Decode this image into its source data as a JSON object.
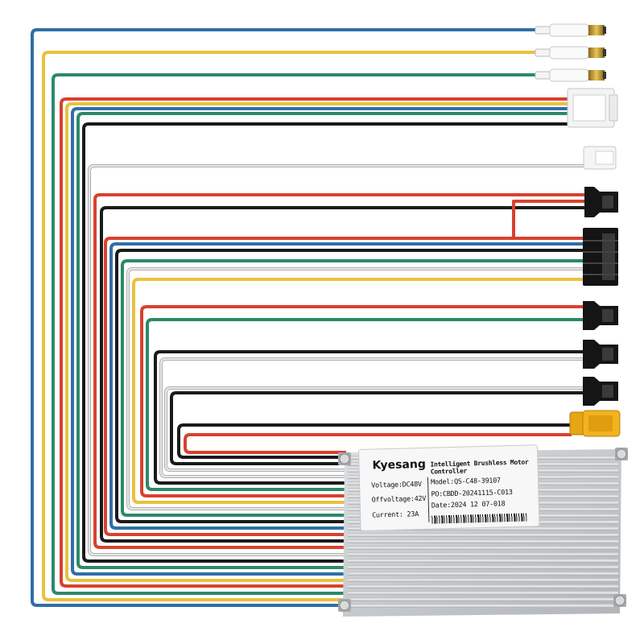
{
  "controller": {
    "brand": "Kyesang",
    "title": "Intelligent Brushless Motor Controller",
    "voltage": "Voltage:DC48V",
    "offvoltage": "Offvoltage:42V",
    "current": "Current: 23A",
    "model": "Model:QS-C48-39107",
    "po": "PO:CBDD-20241115-C013",
    "date": "Date:2024 12 07-018"
  },
  "colors": {
    "blue": "#2f6fa8",
    "yellow": "#e8c140",
    "green": "#2b8a6a",
    "red": "#d9412f",
    "black": "#1a1a1a",
    "white": "#e8e8e8",
    "orange": "#f1a530",
    "connector_white": "#f2f2f2",
    "xt60_yellow": "#f2b320",
    "housing_silver": "#c9cbcd"
  },
  "connectors": [
    {
      "name": "bullet-connector-blue"
    },
    {
      "name": "bullet-connector-yellow"
    },
    {
      "name": "bullet-connector-green"
    },
    {
      "name": "hall-sensor-connector"
    },
    {
      "name": "white-2pin-connector"
    },
    {
      "name": "power-lock-connector"
    },
    {
      "name": "throttle-connector"
    },
    {
      "name": "brake-connector-left"
    },
    {
      "name": "brake-connector-right"
    },
    {
      "name": "auxiliary-connector"
    },
    {
      "name": "xt60-battery-connector"
    }
  ]
}
